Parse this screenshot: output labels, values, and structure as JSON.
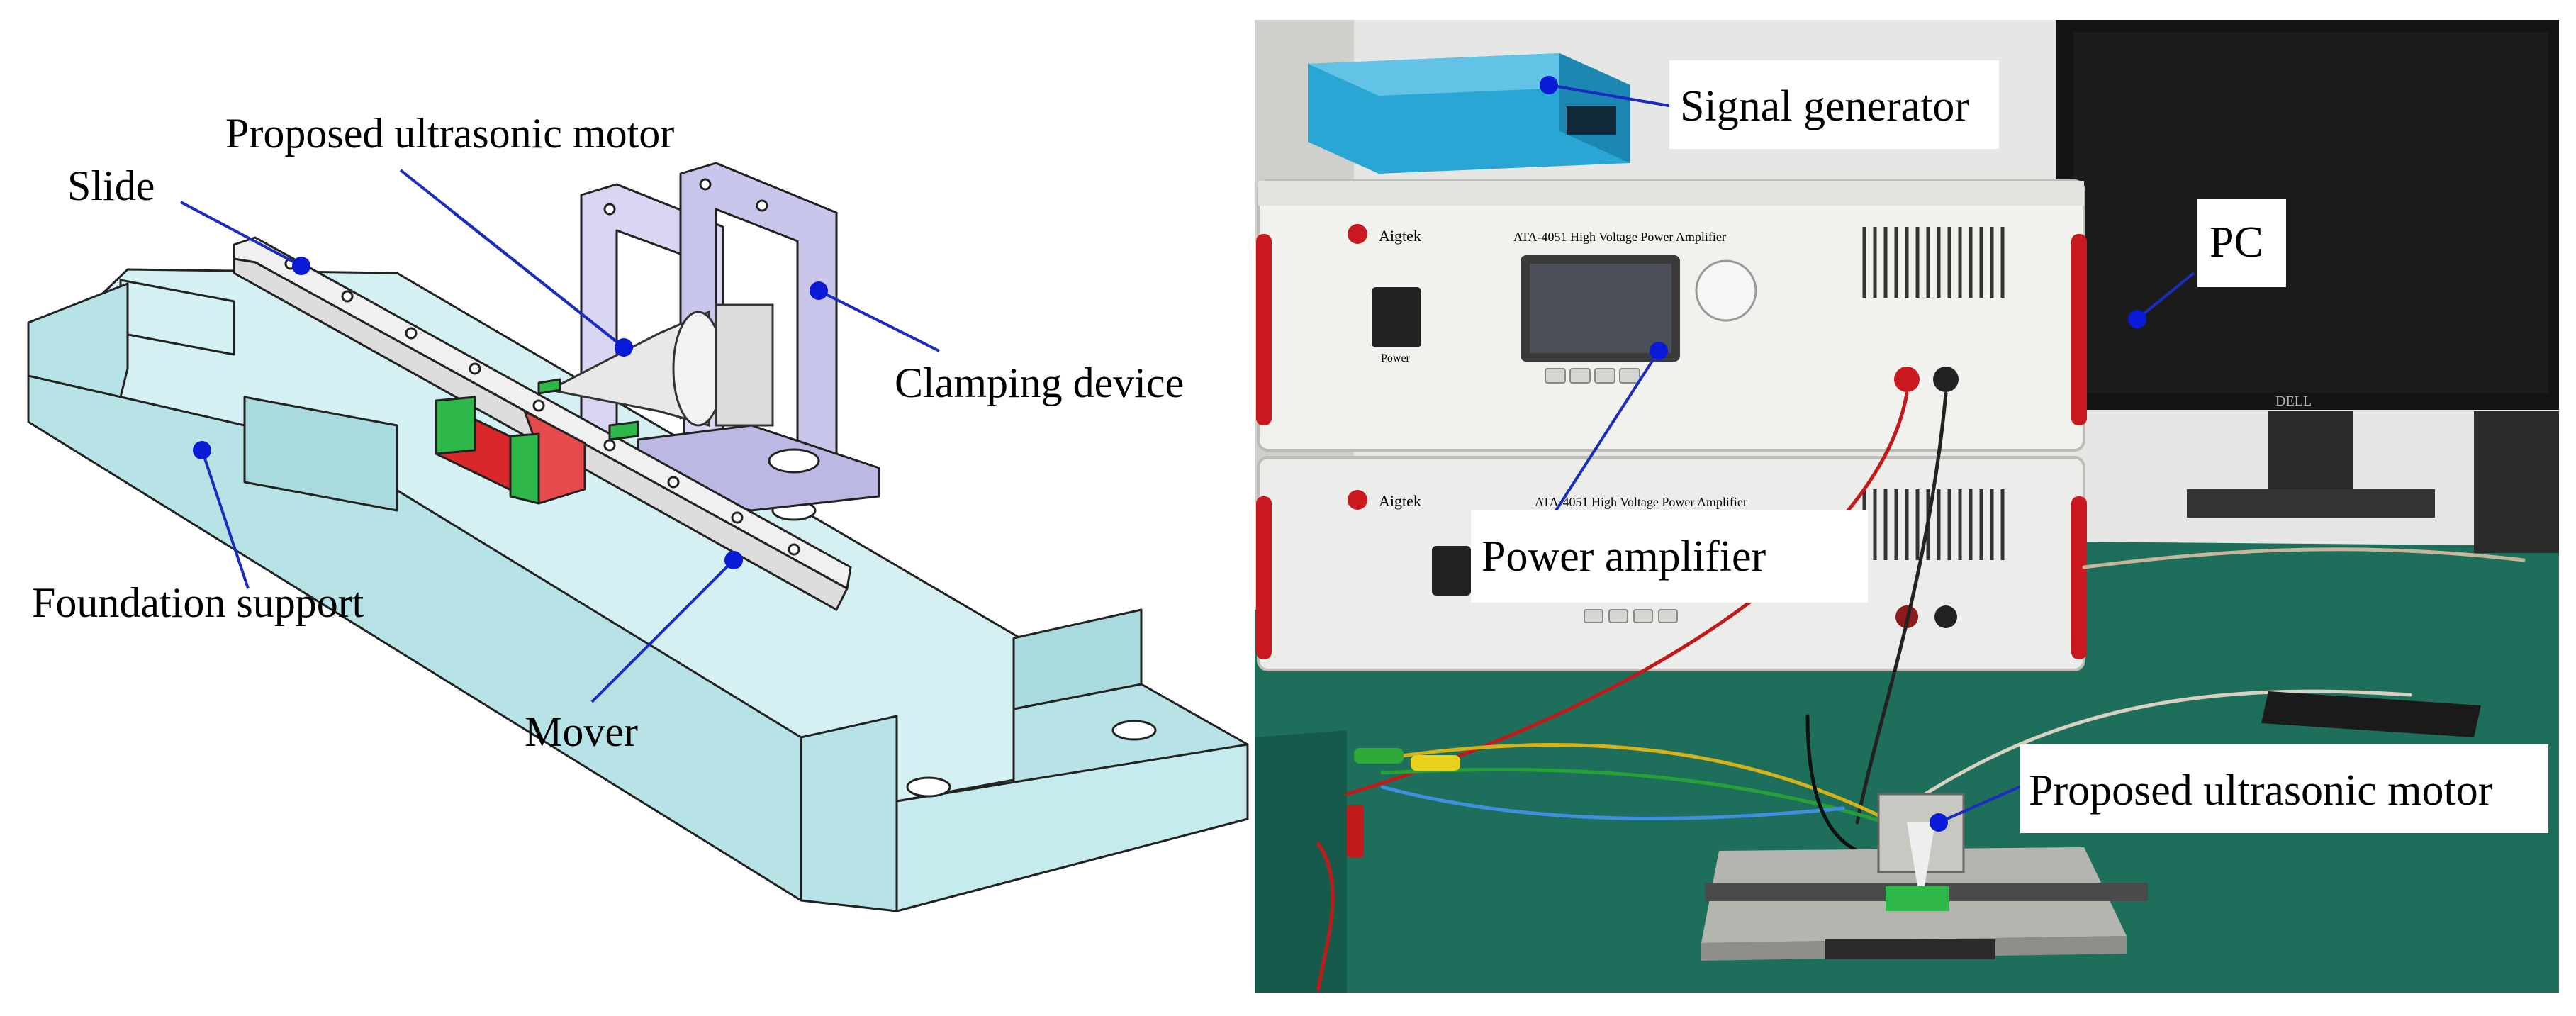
{
  "left_panel": {
    "labels": {
      "proposed_motor": "Proposed ultrasonic motor",
      "slide": "Slide",
      "clamping_device": "Clamping device",
      "foundation_support": "Foundation support",
      "mover": "Mover"
    }
  },
  "right_panel": {
    "labels": {
      "signal_generator": "Signal generator",
      "pc": "PC",
      "power_amplifier": "Power amplifier",
      "proposed_motor": "Proposed ultrasonic motor"
    },
    "device_text": {
      "brand": "Aigtek",
      "amp_model": "ATA-4051 High Voltage Power Amplifier",
      "power_switch": "Power",
      "monitor_brand": "DELL"
    }
  },
  "colors": {
    "callout_line": "#1a2dbf",
    "callout_dot": "#0a1ad6",
    "foundation": "#b7e3e6",
    "clamp": "#c9c6ec",
    "slider_red": "#d8282a",
    "slider_green": "#2fb84a",
    "amp_panel": "#f1f1ee",
    "amp_handle": "#c9181e",
    "desk": "#1d6f5c",
    "generator_blue": "#2aa6d4"
  }
}
